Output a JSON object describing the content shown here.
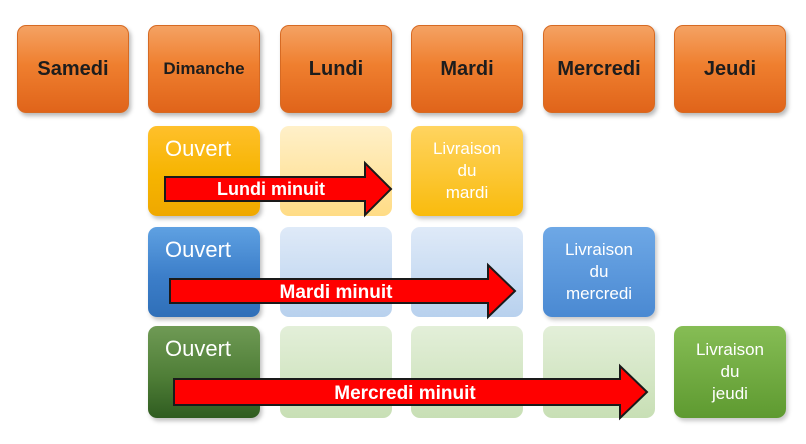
{
  "days": [
    "Samedi",
    "Dimanche",
    "Lundi",
    "Mardi",
    "Mercredi",
    "Jeudi"
  ],
  "rows": [
    {
      "open_label": "Ouvert",
      "arrow_label": "Lundi minuit",
      "delivery_lines": [
        "Livraison",
        "du",
        "mardi"
      ]
    },
    {
      "open_label": "Ouvert",
      "arrow_label": "Mardi minuit",
      "delivery_lines": [
        "Livraison",
        "du",
        "mercredi"
      ]
    },
    {
      "open_label": "Ouvert",
      "arrow_label": "Mercredi minuit",
      "delivery_lines": [
        "Livraison",
        "du",
        "jeudi"
      ]
    }
  ],
  "colors": {
    "day_orange": "#ef7f2f",
    "row1_yellow": "#f6b400",
    "row2_blue": "#3c7ec9",
    "row3_green": "#4f7e37",
    "arrow_red": "#ff0000"
  }
}
